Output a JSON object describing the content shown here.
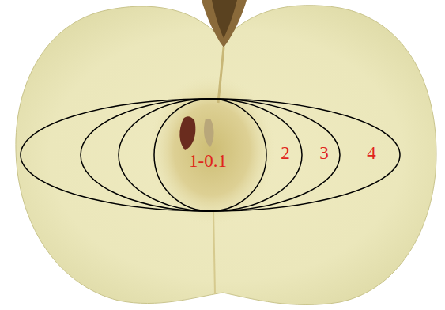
{
  "diagram": {
    "labels": [
      "1-0.1",
      "2",
      "3",
      "4"
    ]
  }
}
